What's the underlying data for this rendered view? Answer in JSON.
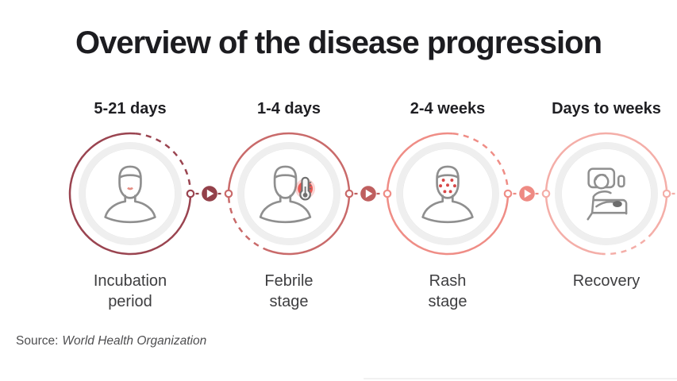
{
  "title": "Overview of the disease progression",
  "source": {
    "label": "Source:",
    "organization": "World Health Organization"
  },
  "stages": [
    {
      "duration": "5-21 days",
      "label": "Incubation\nperiod",
      "icon": "incubation-person-icon",
      "ring_color": "#9a4450"
    },
    {
      "duration": "1-4 days",
      "label": "Febrile\nstage",
      "icon": "fever-thermometer-icon",
      "ring_color": "#c96a6a"
    },
    {
      "duration": "2-4 weeks",
      "label": "Rash\nstage",
      "icon": "rash-face-icon",
      "ring_color": "#ef8d86"
    },
    {
      "duration": "Days to weeks",
      "label": "Recovery",
      "icon": "recovery-bed-icon",
      "ring_color": "#f4aea8"
    }
  ],
  "connectors": [
    {
      "icon": "play-arrow-icon",
      "color": "#93414a"
    },
    {
      "icon": "play-arrow-icon",
      "color": "#bf5f5f"
    },
    {
      "icon": "play-arrow-icon",
      "color": "#ee8a83"
    }
  ],
  "colors": {
    "title_text": "#1c1c20",
    "duration_text": "#1f1f23",
    "stage_text": "#3e3e40",
    "source_text": "#4e4e50",
    "icon_line": "#8f8f8f",
    "accent_red": "#e0474c",
    "inner_disc_ring": "#efefef"
  }
}
